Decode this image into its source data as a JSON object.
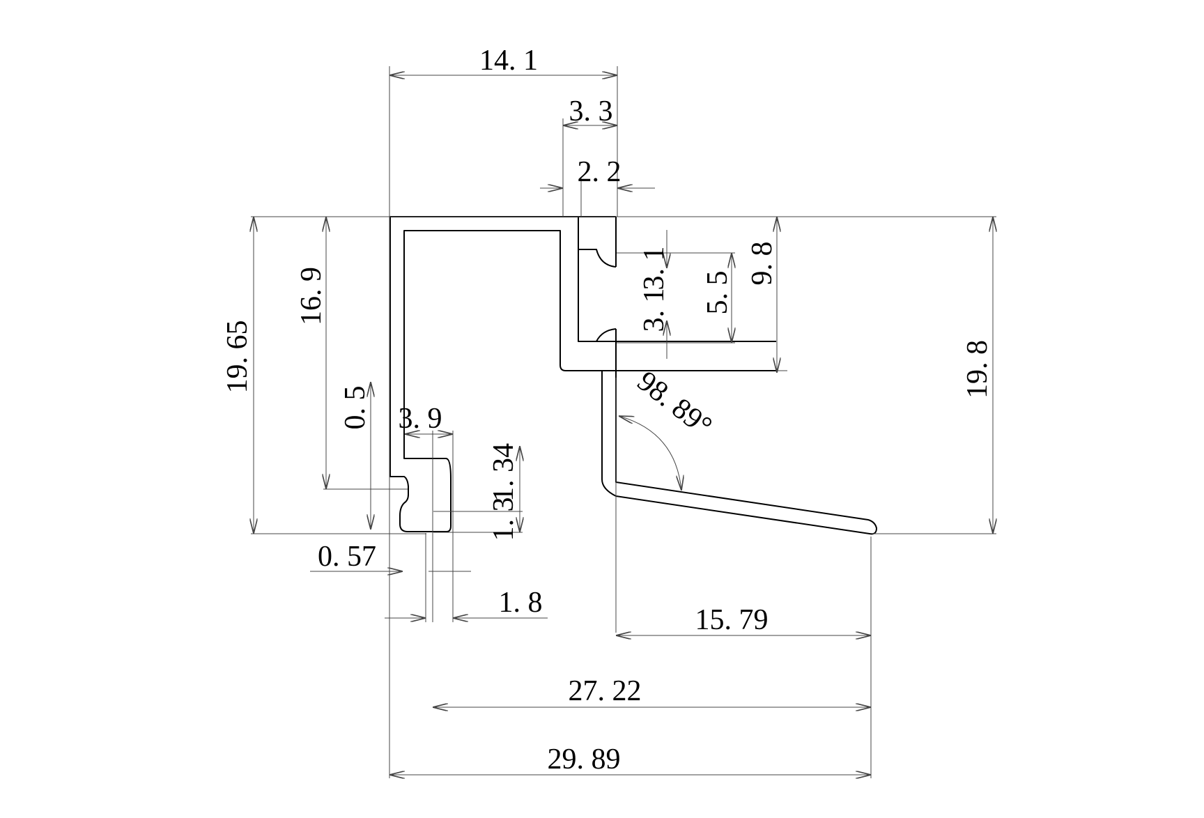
{
  "colors": {
    "background": "#ffffff",
    "profile": "#000000",
    "dimension": "#444444"
  },
  "dimensions": {
    "top_width": "14. 1",
    "slot_outer": "3. 3",
    "slot_inner": "2. 2",
    "height_left": "19. 65",
    "height_inner": "16. 9",
    "gap": "0. 5",
    "hook_width": "3. 9",
    "hook_gap": "1. 34",
    "hook_thick": "1. 3",
    "lip_thick": "0. 57",
    "flange": "1. 8",
    "slot_top": "3. 1",
    "slot_bottom": "3. 1",
    "slot_height": "5. 5",
    "box_height": "9. 8",
    "angle": "98. 89°",
    "height_right": "19. 8",
    "arm_length": "15. 79",
    "inner_width": "27. 22",
    "total_width": "29. 89"
  }
}
